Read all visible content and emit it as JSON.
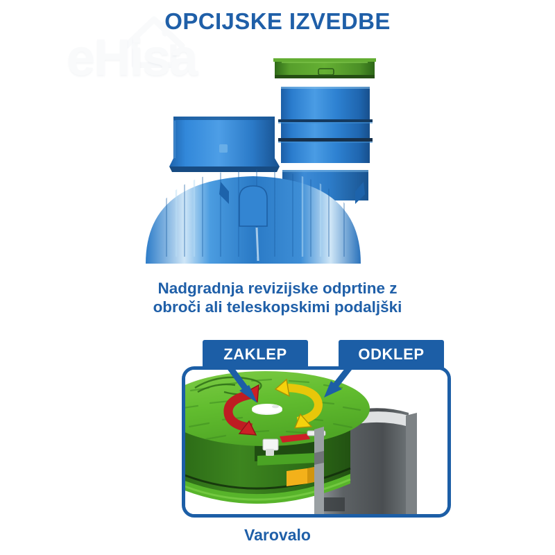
{
  "page": {
    "title": "OPCIJSKE IZVEDBE",
    "background_color": "#ffffff",
    "accent_blue": "#1c5ea6",
    "text_blue": "#1f5fa8"
  },
  "watermark": {
    "text": "eHisa",
    "icon": "house-icon"
  },
  "top_illustration": {
    "name": "telescopic-riser-exploded-view",
    "parts": [
      {
        "name": "green-lid",
        "color": "#4f9a2a",
        "label": ""
      },
      {
        "name": "blue-telescopic-cylinder",
        "color": "#1f6fc4",
        "label": ""
      },
      {
        "name": "blue-extension-ring",
        "color": "#2a79cf",
        "label": ""
      },
      {
        "name": "blue-tank-dome",
        "color": "#2f7fd0",
        "label": ""
      }
    ]
  },
  "caption": {
    "line1": "Nadgradnja revizijske odprtine z",
    "line2": "obroči ali teleskopskimi podaljški"
  },
  "badges": {
    "lock": "ZAKLEP",
    "unlock": "ODKLEP"
  },
  "lower_illustration": {
    "name": "green-manhole-cover-locking-detail",
    "cover_color": "#5fbb2e",
    "shaft_color": "#5a5f62",
    "lock_arrow_color": "#cc2026",
    "unlock_arrow_color": "#f5d20c",
    "pointer_arrow_color": "#1c5ea6",
    "safety_catch_color": "#f3b11a"
  },
  "bottom_label": "Varovalo"
}
